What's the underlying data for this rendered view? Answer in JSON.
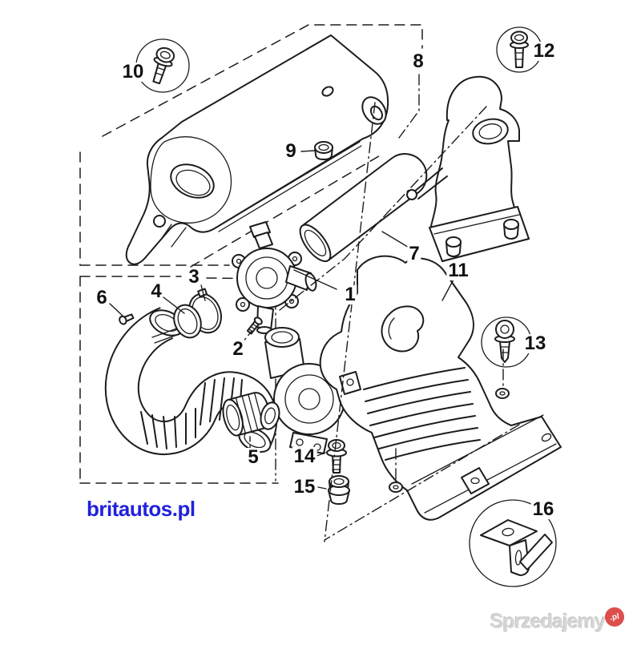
{
  "diagram": {
    "callouts": [
      {
        "label": "1"
      },
      {
        "label": "2"
      },
      {
        "label": "3"
      },
      {
        "label": "4"
      },
      {
        "label": "5"
      },
      {
        "label": "6"
      },
      {
        "label": "7"
      },
      {
        "label": "8"
      },
      {
        "label": "9"
      },
      {
        "label": "10"
      },
      {
        "label": "11"
      },
      {
        "label": "12"
      },
      {
        "label": "13"
      },
      {
        "label": "14"
      },
      {
        "label": "15"
      },
      {
        "label": "16"
      }
    ]
  },
  "watermarks": {
    "bottom_left": {
      "text": "britautos.pl"
    },
    "bottom_right": {
      "text": "Sprzedajemy",
      "badge": ".pl"
    }
  },
  "colors": {
    "background": "#ffffff",
    "line": "#1c1c1c",
    "callout_text": "#111111",
    "watermark_blue": "#2121dd",
    "watermark_gray": "#d6d6d6",
    "badge_red": "#dd4f4c"
  }
}
